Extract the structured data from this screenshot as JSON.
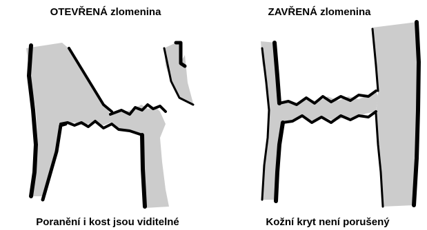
{
  "open_fracture": {
    "title": "OTEVŘENÁ zlomenina",
    "caption": "Poranění i kost jsou viditelné"
  },
  "closed_fracture": {
    "title": "ZAVŘENÁ zlomenina",
    "caption": "Kožní kryt není porušený"
  },
  "colors": {
    "bone_fill": "#cccccc",
    "outline": "#000000",
    "background": "#ffffff"
  }
}
